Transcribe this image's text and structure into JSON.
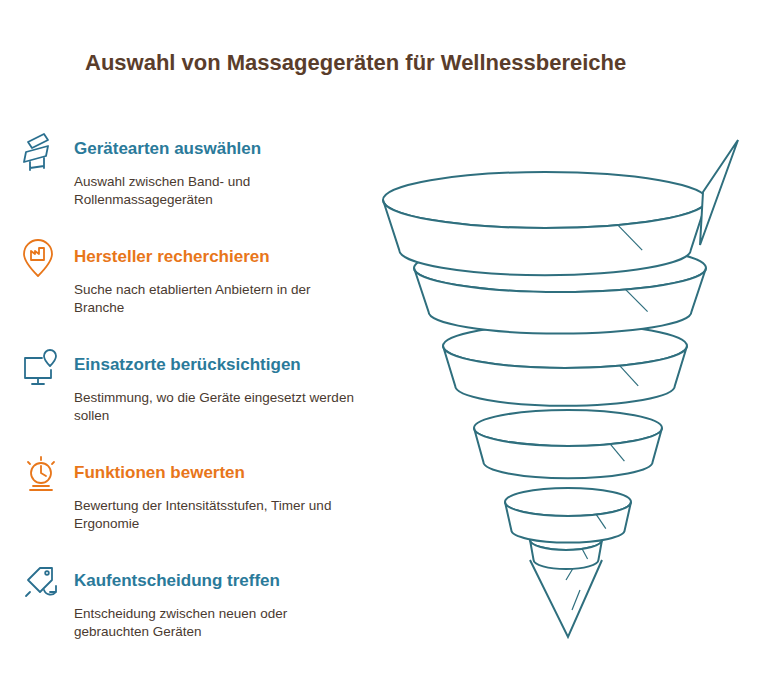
{
  "diagram": {
    "title": "Auswahl von Massagegeräten für Wellnessbereiche",
    "labels": [
      "Gerätearten auswählen",
      "Auswahl zwischen Band- und Rollenmassagegeräten",
      "Hersteller recherchieren",
      "Suche nach etablierten Anbietern in der Branche",
      "Einsatzorte berücksichtigen",
      "Bestimmung, wo die Geräte eingesetzt werden sollen",
      "Funktionen bewerten",
      "Bewertung der Intensitätsstufen, Timer und Ergonomie",
      "Kaufentscheidung treffen",
      "Entscheidung zwischen neuen oder gebrauchten Geräten"
    ]
  }
}
